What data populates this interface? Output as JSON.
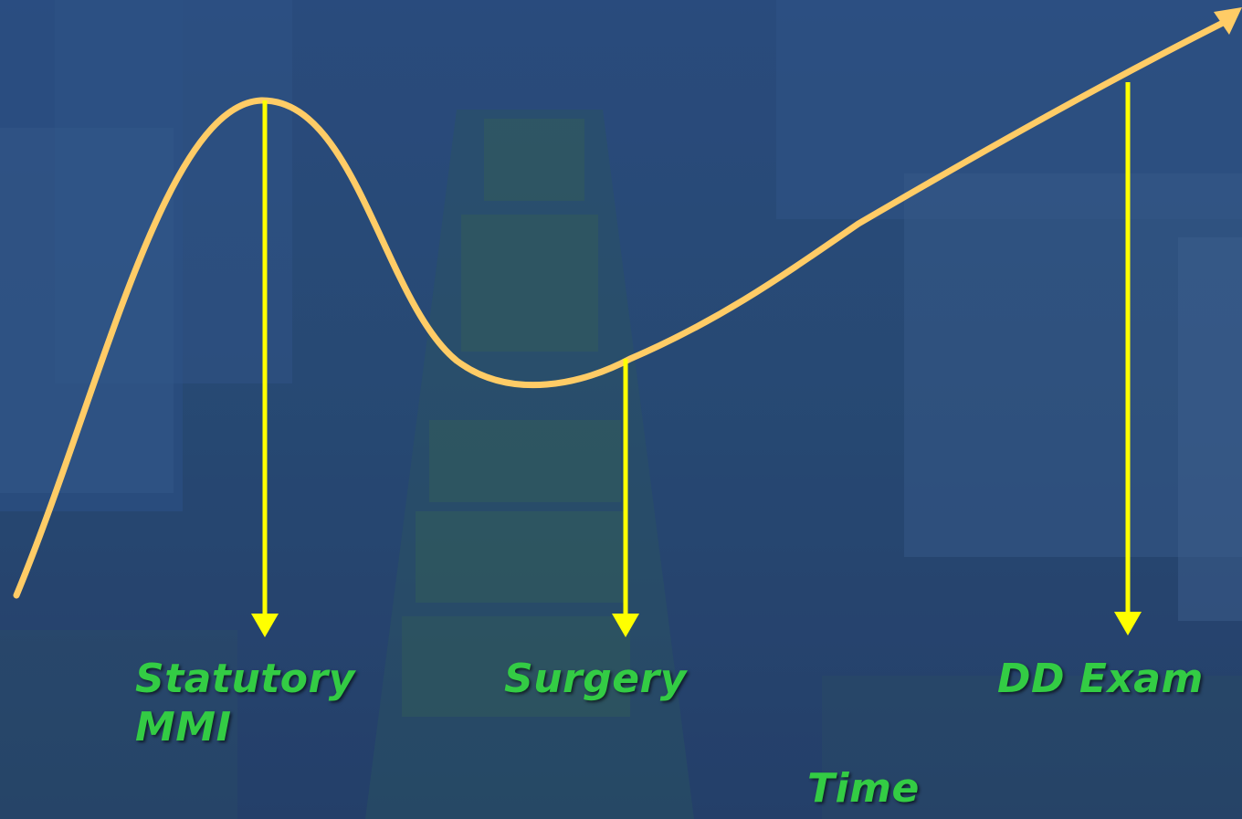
{
  "colors": {
    "curve": "#ffcc66",
    "arrows": "#ffff00",
    "labels": "#33cc44",
    "overlay": "#1f3f73"
  },
  "labels": {
    "mmi_line1": "Statutory",
    "mmi_line2": "MMI",
    "surgery": "Surgery",
    "dd_exam": "DD Exam",
    "time": "Time"
  }
}
